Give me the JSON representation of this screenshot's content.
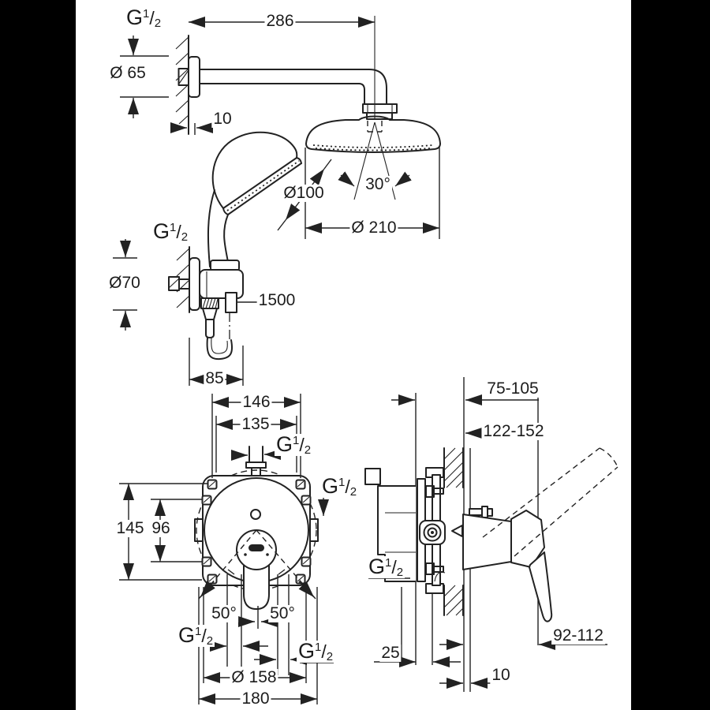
{
  "thread": {
    "g": "G",
    "num": "1",
    "slash": "/",
    "den": "2"
  },
  "dims": {
    "arm_length": "286",
    "arm_escutcheon_dia": "Ø 65",
    "arm_wall_offset": "10",
    "head_angle": "30°",
    "head_dia": "Ø 210",
    "hand_shower_dia": "Ø100",
    "holder_escutcheon_dia": "Ø70",
    "hose_length": "1500",
    "holder_depth": "85",
    "front_width_outer": "146",
    "front_width_inner": "135",
    "front_height_outer": "145",
    "front_height_inner": "96",
    "swing_left": "50°",
    "swing_right": "50°",
    "rosette_dia": "Ø 158",
    "front_overall_width": "180",
    "side_depth_range": "75-105",
    "side_depth_total": "122-152",
    "handle_clearance": "92-112",
    "side_offset": "25",
    "tile_thickness": "10"
  }
}
